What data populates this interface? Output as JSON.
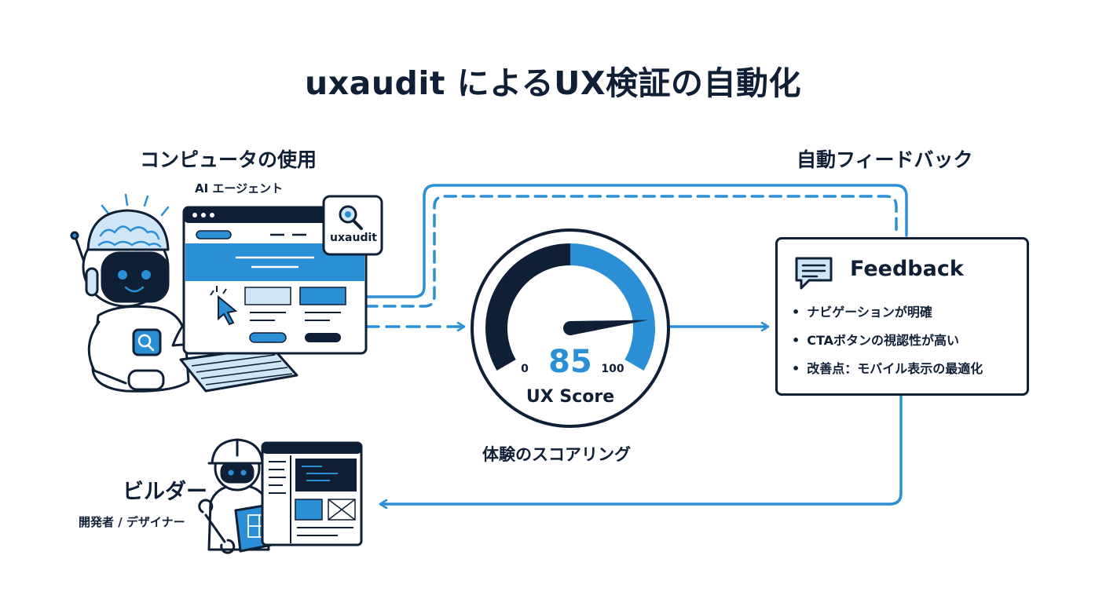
{
  "title": "uxaudit によるUX検証の自動化",
  "computer_use": {
    "heading": "コンピュータの使用",
    "subheading": "AI エージェント",
    "badge_label": "uxaudit"
  },
  "scoring": {
    "label": "体験のスコアリング",
    "score": 85,
    "min_label": "0",
    "max_label": "100",
    "max": 100,
    "caption": "UX Score"
  },
  "feedback": {
    "heading": "自動フィードバック",
    "card_title": "Feedback",
    "items": [
      "ナビゲーションが明確",
      "CTAボタンの視認性が高い",
      "改善点：モバイル表示の最適化"
    ]
  },
  "builder": {
    "heading": "ビルダー",
    "subheading": "開発者 / デザイナー"
  },
  "colors": {
    "navy": "#0f1f36",
    "blue": "#2b8fd6",
    "light_blue": "#cfe6f7"
  }
}
